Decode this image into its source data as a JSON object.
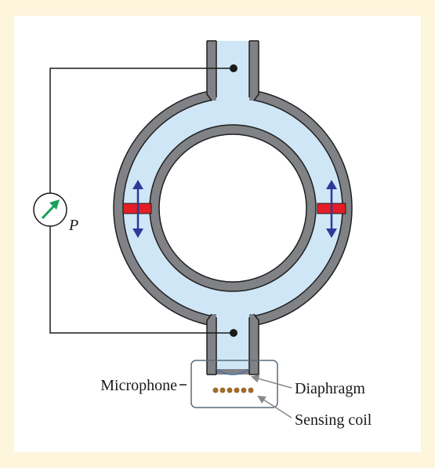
{
  "labels": {
    "pressure": "P",
    "microphone": "Microphone",
    "diaphragm": "Diaphragm",
    "sensing_coil": "Sensing coil"
  },
  "colors": {
    "background": "#fdf5dc",
    "panel": "#ffffff",
    "wall": "#808285",
    "wall_outline": "#1f1f1f",
    "fluid": "#cfe6f7",
    "valve_bar": "#e31e25",
    "arrow": "#2b3a99",
    "gauge_needle": "#1aa05a",
    "coil_dots": "#a06a2c",
    "mic_box": "#5a6a7a"
  },
  "icons": [
    "pressure-gauge-icon",
    "double-arrow-icon"
  ]
}
